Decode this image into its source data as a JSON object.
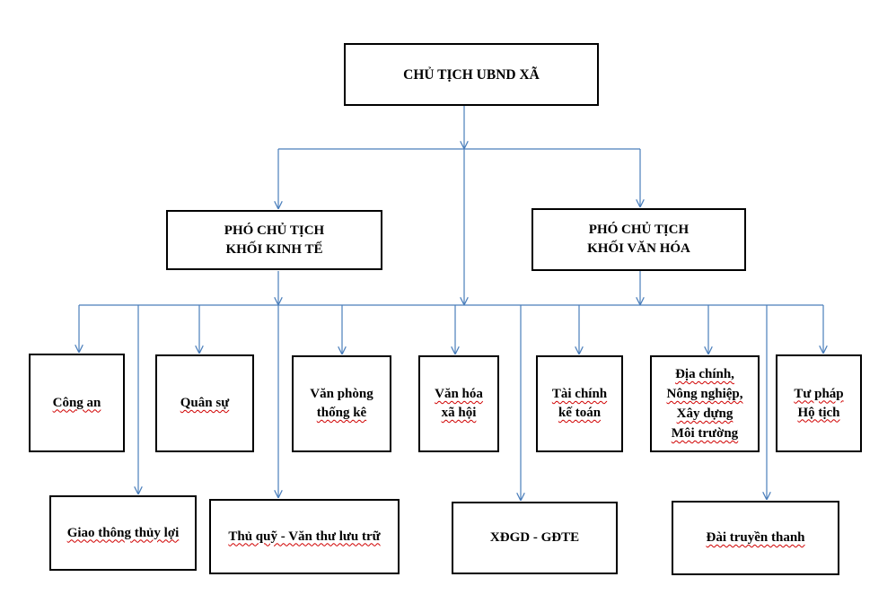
{
  "top": {
    "label": "CHỦ TỊCH UBND XÃ"
  },
  "vice_econ": {
    "line1": "PHÓ CHỦ TỊCH",
    "line2": "KHỐI KINH TẾ"
  },
  "vice_culture": {
    "line1": "PHÓ CHỦ TỊCH",
    "line2": "KHỐI VĂN HÓA"
  },
  "row1": {
    "cong_an": "Công an",
    "quan_su": "Quân sự",
    "van_phong": {
      "line1": "Văn phòng",
      "line2": "thống kê"
    },
    "van_hoa": {
      "line1": "Văn hóa",
      "line2": "xã hội"
    },
    "tai_chinh": {
      "line1": "Tài chính",
      "line2": "kế toán"
    },
    "dia_chinh": {
      "line1": "Địa chính,",
      "line2": "Nông nghiệp,",
      "line3": "Xây dựng",
      "line4": "Môi trường"
    },
    "tu_phap": {
      "line1": "Tư pháp",
      "line2": "Hộ tịch"
    }
  },
  "row2": {
    "giao_thong": "Giao thông thủy lợi",
    "thu_quy": "Thủ quỹ - Văn thư lưu trữ",
    "xdgd": "XĐGD - GĐTE",
    "dai_truyen_thanh": "Đài truyền thanh"
  },
  "colors": {
    "connector": "#4a7ebb",
    "border": "#000000"
  }
}
